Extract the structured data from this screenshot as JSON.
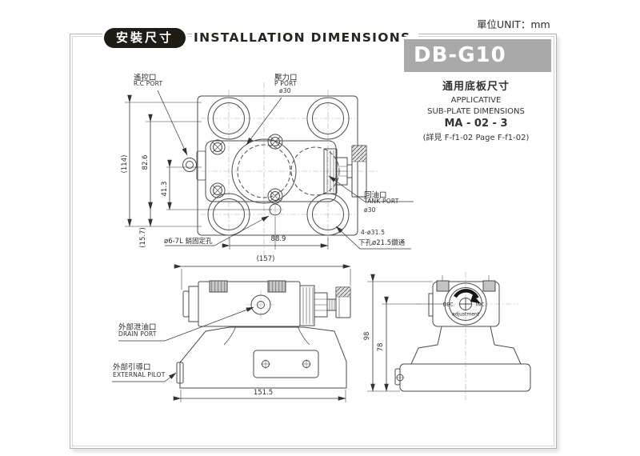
{
  "colors": {
    "header_badge_bg": "#201b15",
    "model_badge_bg": "#a9a9a9",
    "drawing_line": "#4b4b4b",
    "text": "#2e2e2e"
  },
  "header": {
    "badge_zh": "安裝尺寸",
    "title": "INSTALLATION DIMENSIONS",
    "unit_label": "單位UNIT：mm",
    "model": "DB-G10"
  },
  "subplate_info": {
    "title_zh": "通用底板尺寸",
    "line1": "APPLICATIVE",
    "line2": "SUB-PLATE DIMENSIONS",
    "code": "MA - 02 - 3",
    "reference": "(詳見 F-f1-02  Page F-f1-02)"
  },
  "top_view": {
    "rc_port_zh": "遙控口",
    "rc_port_en": "R.C PORT",
    "p_port_zh": "壓力口",
    "p_port_en": "P PORT",
    "p_port_dia": "ø30",
    "tank_port_zh": "回油口",
    "tank_port_en": "TANK PORT",
    "tank_port_dia": "ø30",
    "pin_hole_label": "ø6-7L 銷固定孔",
    "mount_holes_line1": "4-ø31.5",
    "mount_holes_line2": "下孔ø21.5鑽通",
    "dim_height_total": "(114)",
    "dim_height1": "82.6",
    "dim_height2": "41.3",
    "dim_height3": "(15.7)",
    "dim_width": "88.9"
  },
  "side_view": {
    "drain_zh": "外部泄油口",
    "drain_en": "DRAIN PORT",
    "pilot_zh": "外部引導口",
    "pilot_en": "EXTERNAL PILOT",
    "dim_width_total": "(157)",
    "dim_width": "151.5"
  },
  "end_view": {
    "dim_height_total": "98",
    "dim_height": "78",
    "dial_dec": "DEC.",
    "dial_inc": "INC.",
    "dial_label": "adjustment"
  }
}
